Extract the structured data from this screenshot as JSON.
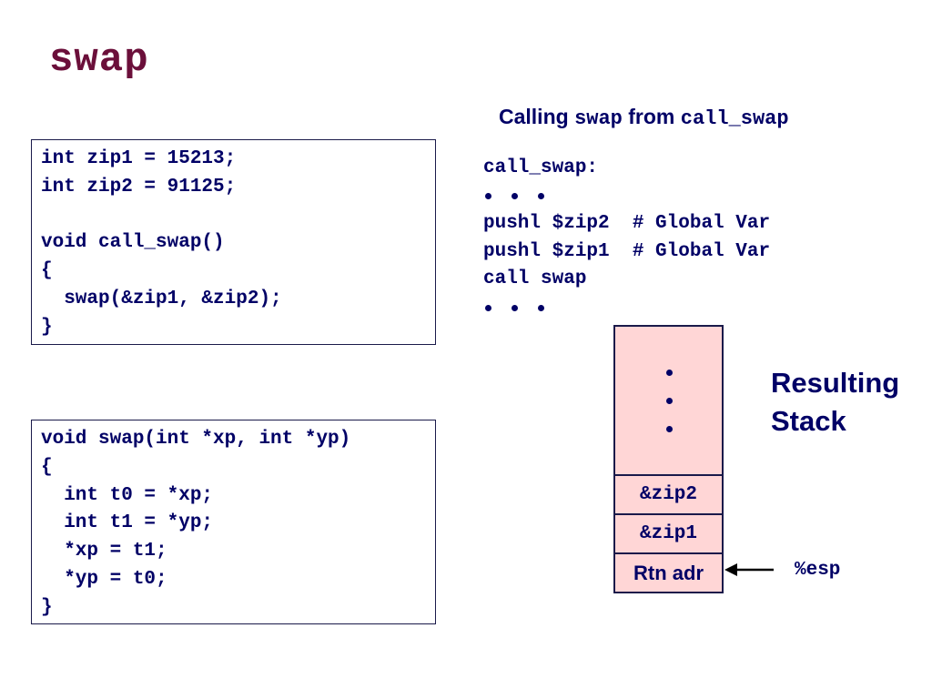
{
  "slide": {
    "title": "swap"
  },
  "globals_code": [
    "int zip1 = 15213;",
    "int zip2 = 91125;",
    "",
    "void call_swap()",
    "{",
    "  swap(&zip1, &zip2);",
    "}"
  ],
  "swap_code": [
    "void swap(int *xp, int *yp)",
    "{",
    "  int t0 = *xp;",
    "  int t1 = *yp;",
    "  *xp = t1;",
    "  *yp = t0;",
    "}"
  ],
  "calling": {
    "prefix": "Calling ",
    "func": "swap",
    "middle": " from ",
    "caller": "call_swap"
  },
  "assembly": {
    "label": "call_swap:",
    "line1": "pushl $zip2  # Global Var",
    "line2": "pushl $zip1  # Global Var",
    "line3": "call swap"
  },
  "stack": {
    "heading_line1": "Resulting",
    "heading_line2": "Stack",
    "cell_zip2": "&zip2",
    "cell_zip1": "&zip1",
    "cell_rtn": "Rtn adr",
    "pointer": "%esp"
  },
  "colors": {
    "title": "#6b0f3a",
    "text": "#000066",
    "stack_fill": "#ffd6d6",
    "border": "#1a1a4a"
  }
}
